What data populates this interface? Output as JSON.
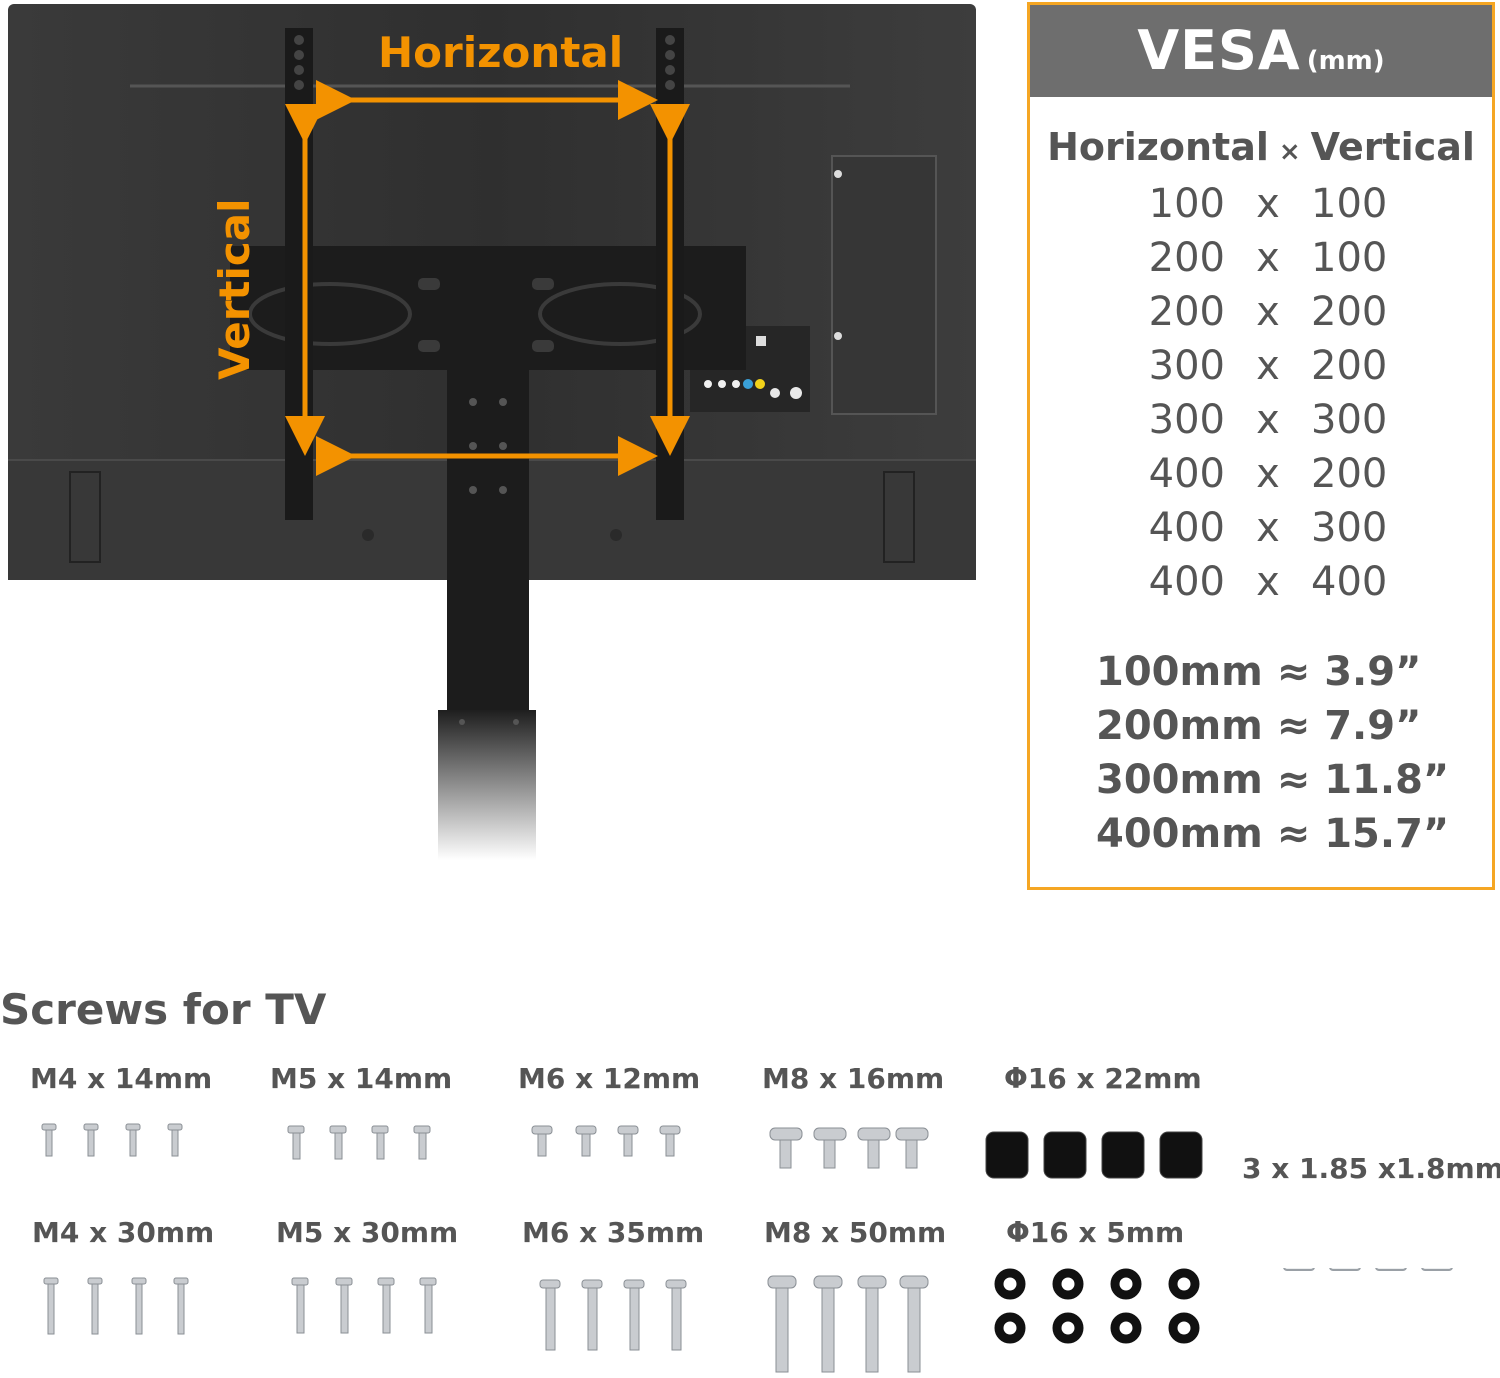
{
  "diagram": {
    "horizontal_label": "Horizontal",
    "vertical_label": "Vertical",
    "accent_color": "#f39200"
  },
  "vesa": {
    "title": "VESA",
    "unit": "(mm)",
    "col_horizontal": "Horizontal",
    "times": "×",
    "col_vertical": "Vertical",
    "separator": "x",
    "sizes": [
      {
        "h": "100",
        "v": "100"
      },
      {
        "h": "200",
        "v": "100"
      },
      {
        "h": "200",
        "v": "200"
      },
      {
        "h": "300",
        "v": "200"
      },
      {
        "h": "300",
        "v": "300"
      },
      {
        "h": "400",
        "v": "200"
      },
      {
        "h": "400",
        "v": "300"
      },
      {
        "h": "400",
        "v": "400"
      }
    ],
    "conversions": [
      "100mm ≈ 3.9”",
      "200mm ≈ 7.9”",
      "300mm ≈ 11.8”",
      "400mm ≈ 15.7”"
    ],
    "border_color": "#f5a623",
    "header_color": "#6e6e6e"
  },
  "screws": {
    "title": "Screws for TV",
    "items": [
      "M4 x 14mm",
      "M5 x 14mm",
      "M6 x 12mm",
      "M8 x 16mm",
      "Φ16 x 22mm",
      "M4 x 30mm",
      "M5 x 30mm",
      "M6 x 35mm",
      "M8 x 50mm",
      "Φ16 x 5mm",
      "3 x 1.85 x1.8mm"
    ]
  }
}
